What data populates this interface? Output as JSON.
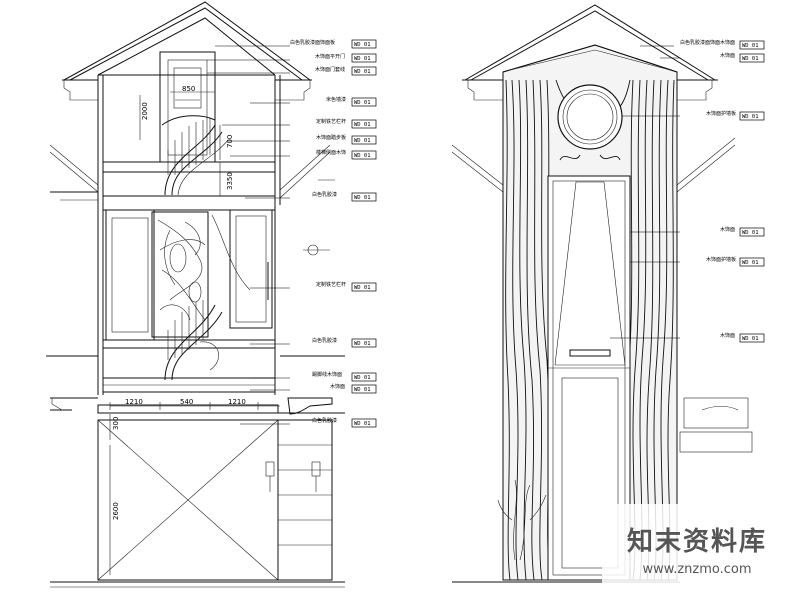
{
  "left_elevation": {
    "notes": [
      {
        "text": "白色乳胶漆面饰面板",
        "tag": "WD 01"
      },
      {
        "text": "木饰面平开门",
        "tag": "WD 01"
      },
      {
        "text": "木饰面门套线",
        "tag": "WD 01"
      },
      {
        "text": "米色墙漆",
        "tag": "WD 01"
      },
      {
        "text": "定制铁艺栏杆",
        "tag": "WD 01"
      },
      {
        "text": "木饰面踏步板",
        "tag": "WD 01"
      },
      {
        "text": "楼梯侧面木饰",
        "tag": "WD 01"
      },
      {
        "text": "白色乳胶漆",
        "tag": "WD 01"
      },
      {
        "text": "定制铁艺栏杆",
        "tag": "WD 01"
      },
      {
        "text": "白色乳胶漆",
        "tag": "WD 01"
      },
      {
        "text": "踢脚线木饰面",
        "tag": "WD 01"
      },
      {
        "text": "木饰面",
        "tag": "WD 01"
      },
      {
        "text": "白色乳胶漆",
        "tag": "WD 01"
      }
    ],
    "dims": {
      "d2000": "2000",
      "d850": "850",
      "d700": "700",
      "d3350": "3350",
      "d1210a": "1210",
      "d540": "540",
      "d1210b": "1210",
      "d300": "300",
      "d2600": "2600"
    }
  },
  "right_elevation": {
    "notes": [
      {
        "text": "白色乳胶漆面饰面木饰面",
        "tag": "WD 01"
      },
      {
        "text": "木饰面",
        "tag": "WD 01"
      },
      {
        "text": "木饰面护墙板",
        "tag": "WD 01"
      },
      {
        "text": "木饰面",
        "tag": "WD 01"
      },
      {
        "text": "木饰面护墙板",
        "tag": "WD 01"
      },
      {
        "text": "木饰面",
        "tag": "WD 01"
      }
    ]
  },
  "watermark": {
    "name": "知末资料库",
    "url": "www.znzmo.com"
  }
}
